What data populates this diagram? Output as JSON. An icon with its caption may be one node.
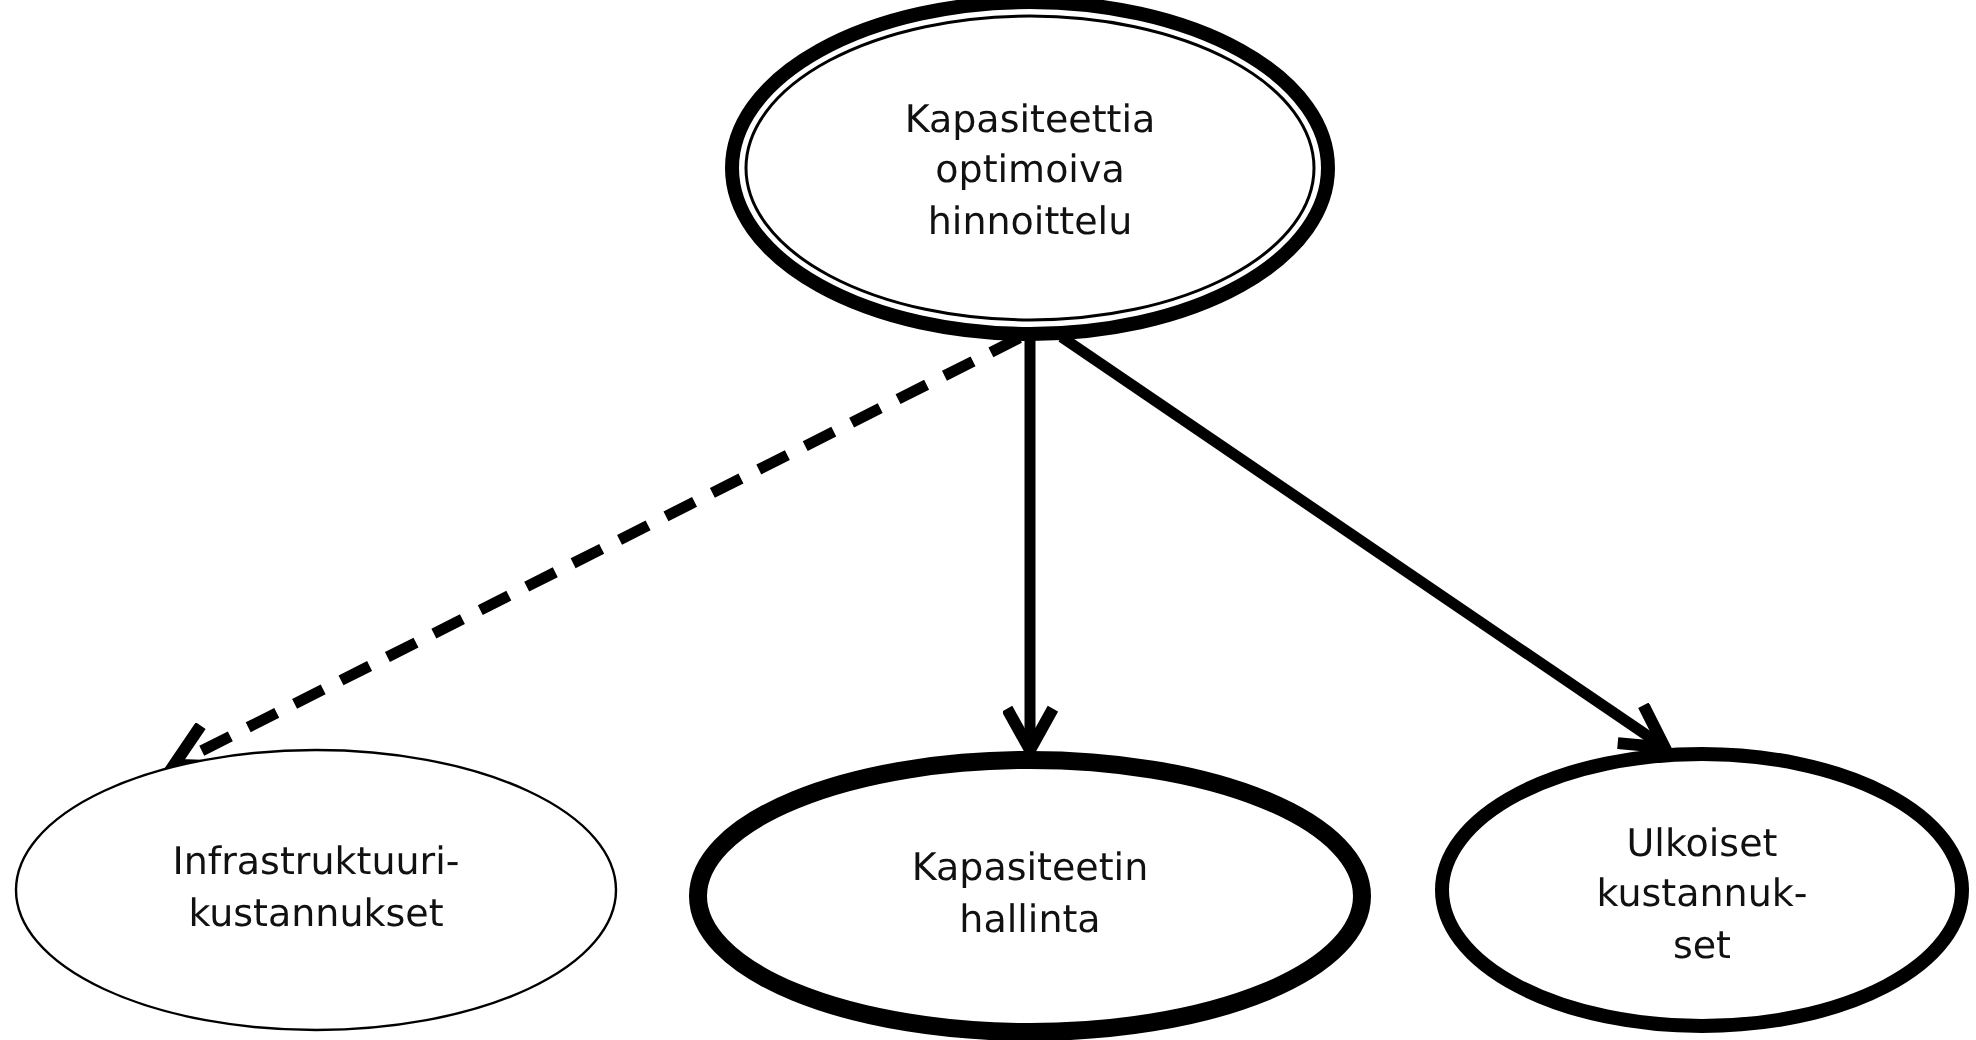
{
  "diagram": {
    "nodes": [
      {
        "text": [
          "Kapasiteettia optimoiva hinnoittelu"
        ]
      },
      {
        "text": [
          "Infrastruktuuri- kustannukset"
        ]
      },
      {
        "text": [
          "Kapasiteetin hallinta"
        ]
      },
      {
        "text": [
          "Ulkoiset kustannuk- set"
        ]
      }
    ],
    "edges": [
      {
        "from": 0,
        "to": 1,
        "arrow": "to",
        "style": "dashed"
      },
      {
        "from": 0,
        "to": 2,
        "arrow": "to"
      },
      {
        "from": 0,
        "to": 3,
        "arrow": "to"
      }
    ]
  }
}
